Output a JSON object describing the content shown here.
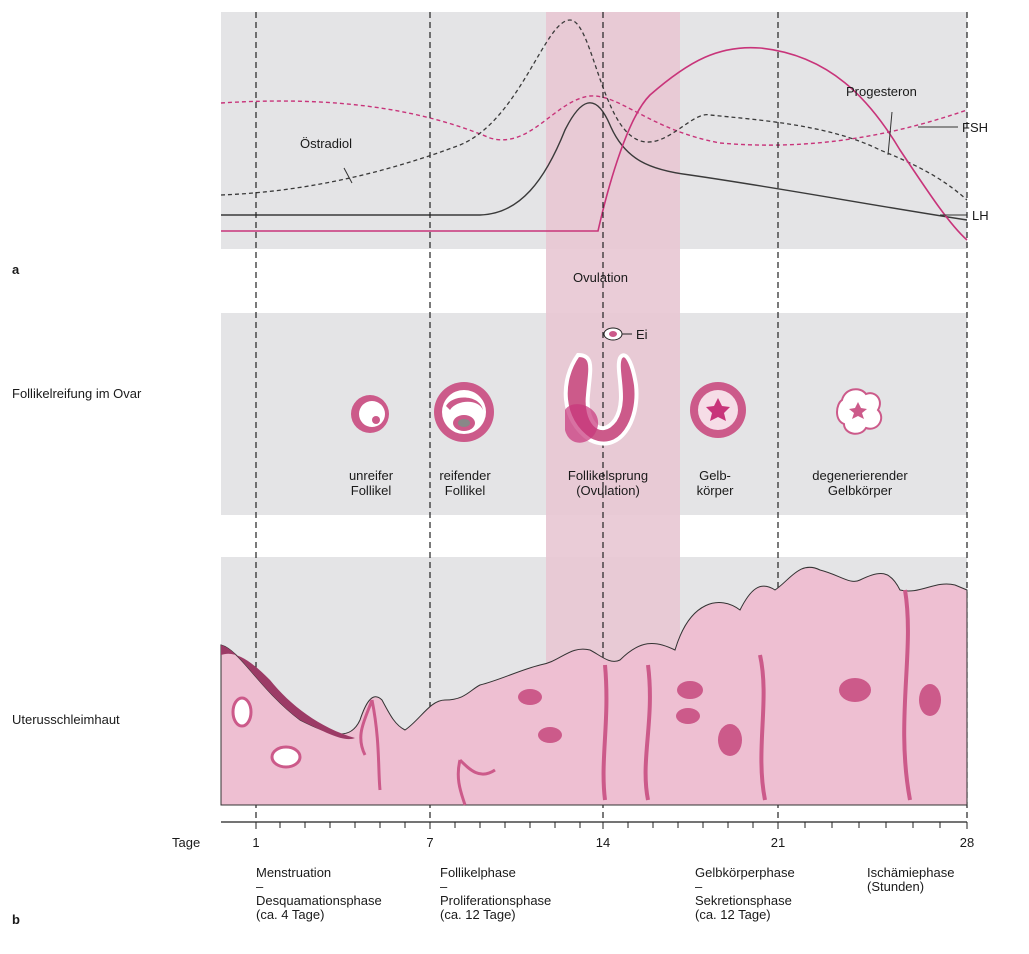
{
  "panel_labels": {
    "a": "a",
    "b": "b"
  },
  "row_labels": {
    "follikel": "Follikelreifung im Ovar",
    "uterus": "Uterusschleimhaut"
  },
  "hormones": {
    "oestradiol": "Östradiol",
    "progesteron": "Progesteron",
    "fsh": "FSH",
    "lh": "LH"
  },
  "ovulation_title": "Ovulation",
  "egg_label": "Ei",
  "follicle_stages": [
    {
      "line1": "unreifer",
      "line2": "Follikel"
    },
    {
      "line1": "reifender",
      "line2": "Follikel"
    },
    {
      "line1": "Follikelsprung",
      "line2": "(Ovulation)"
    },
    {
      "line1": "Gelb-",
      "line2": "körper"
    },
    {
      "line1": "degenerierender",
      "line2": "Gelbkörper"
    }
  ],
  "axis": {
    "label": "Tage",
    "ticks": [
      "1",
      "7",
      "14",
      "21",
      "28"
    ]
  },
  "phases": [
    {
      "line1": "Menstruation",
      "line2": "–",
      "line3": "Desquamationsphase",
      "line4": "(ca. 4 Tage)"
    },
    {
      "line1": "Follikelphase",
      "line2": "–",
      "line3": "Proliferationsphase",
      "line4": "(ca. 12 Tage)"
    },
    {
      "line1": "Gelbkörperphase",
      "line2": "–",
      "line3": "Sekretionsphase",
      "line4": "(ca. 12 Tage)"
    },
    {
      "line1": "Ischämiephase",
      "line2": "(Stunden)",
      "line3": "",
      "line4": ""
    }
  ],
  "colors": {
    "panel_gray": "#e4e4e6",
    "ovulation_band": "#e8c8d4",
    "magenta": "#c8347a",
    "tissue": "#eebfd2",
    "tissue_dark": "#cc5a8a",
    "line": "#333333"
  }
}
